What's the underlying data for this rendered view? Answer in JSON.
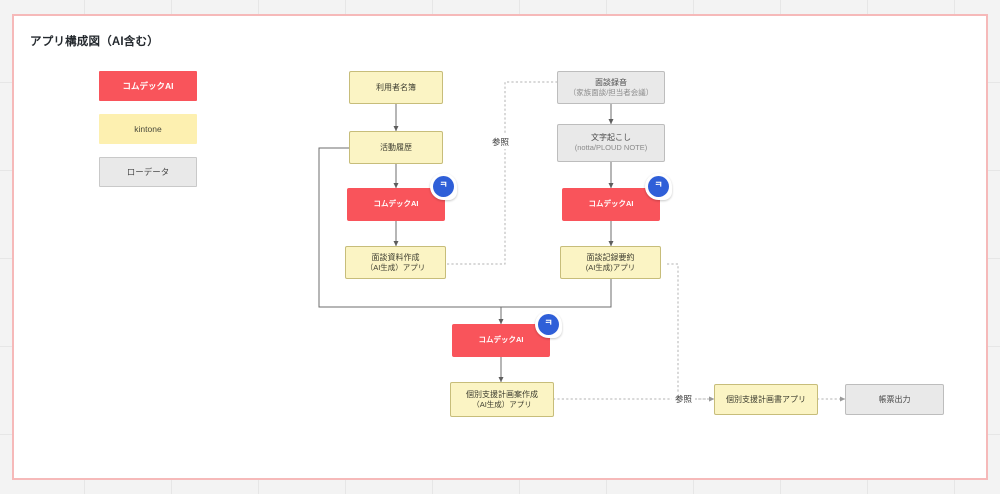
{
  "page": {
    "title": "アプリ構成図（AI含む）",
    "canvas_border_color": "#f6b9b9"
  },
  "colors": {
    "ai_red": "#f9545b",
    "kintone_yellow": "#fbf4c4",
    "raw_gray": "#e9e9e9",
    "badge_blue": "#2f5fd8"
  },
  "legend": {
    "items": [
      {
        "label": "コムデックAI",
        "type": "ai"
      },
      {
        "label": "kintone",
        "type": "kintone"
      },
      {
        "label": "ローデータ",
        "type": "raw"
      }
    ]
  },
  "nodes": {
    "user_roster": {
      "line1": "利用者名簿",
      "line2": ""
    },
    "activity_history": {
      "line1": "活動履歴",
      "line2": ""
    },
    "ai_left": {
      "line1": "コムデックAI",
      "line2": ""
    },
    "interview_material": {
      "line1": "面談資料作成",
      "line2": "（AI生成）アプリ"
    },
    "interview_rec": {
      "line1": "面談録音",
      "line2": "（家族面談/担当者会議）"
    },
    "transcription": {
      "line1": "文字起こし",
      "line2": "(notta/PLOUD NOTE)"
    },
    "ai_right": {
      "line1": "コムデックAI",
      "line2": ""
    },
    "interview_summary": {
      "line1": "面談記録要約",
      "line2": "(AI生成)アプリ"
    },
    "ai_center": {
      "line1": "コムデックAI",
      "line2": ""
    },
    "plan_draft": {
      "line1": "個別支援計画案作成",
      "line2": "（AI生成）アプリ"
    },
    "plan_app": {
      "line1": "個別支援計画書アプリ",
      "line2": ""
    },
    "form_output": {
      "line1": "帳票出力",
      "line2": ""
    }
  },
  "edge_labels": {
    "reference_top": "参照",
    "reference_bottom": "参照"
  },
  "badges": {
    "glyph": "ㅋ",
    "name": "comdec-ai-badge"
  }
}
